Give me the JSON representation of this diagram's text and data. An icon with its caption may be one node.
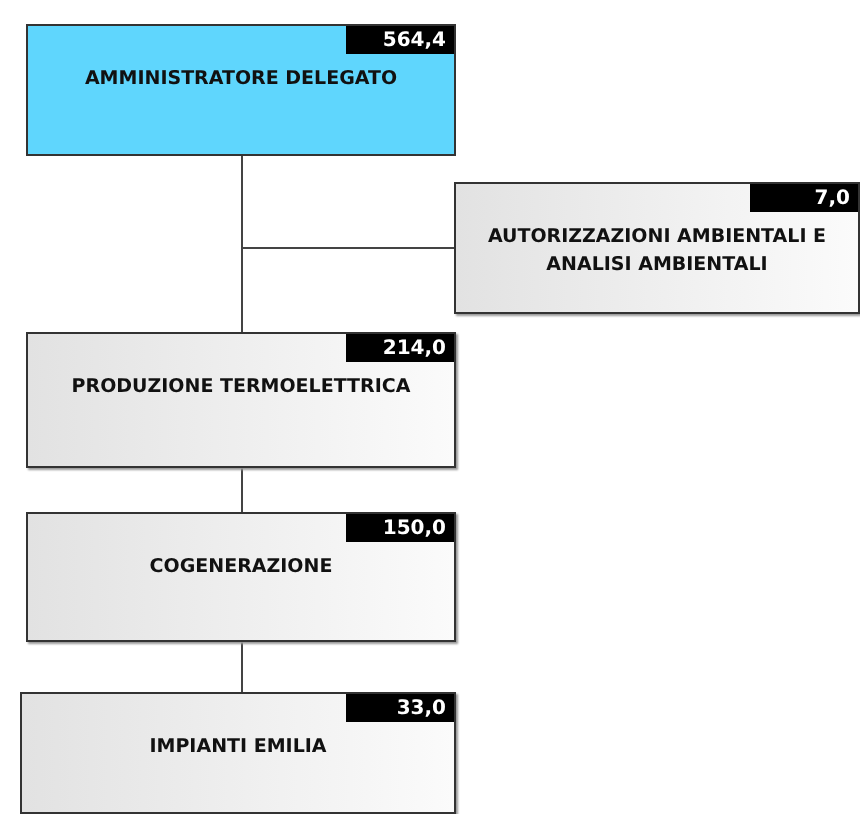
{
  "diagram": {
    "nodes": [
      {
        "text": [
          "564,4",
          "AMMINISTRATORE DELEGATO"
        ]
      },
      {
        "text": [
          "7,0",
          "AUTORIZZAZIONI AMBIENTALI E ANALISI AMBIENTALI"
        ]
      },
      {
        "text": [
          "214,0",
          "PRODUZIONE TERMOELETTRICA"
        ]
      },
      {
        "text": [
          "150,0",
          "COGENERAZIONE"
        ]
      },
      {
        "text": [
          "33,0",
          "IMPIANTI EMILIA"
        ]
      }
    ],
    "edges": [
      {
        "from": 0,
        "to": 1,
        "arrow": "none"
      },
      {
        "from": 0,
        "to": 2,
        "arrow": "none"
      },
      {
        "from": 2,
        "to": 3,
        "arrow": "none"
      },
      {
        "from": 3,
        "to": 4,
        "arrow": "none"
      }
    ]
  }
}
